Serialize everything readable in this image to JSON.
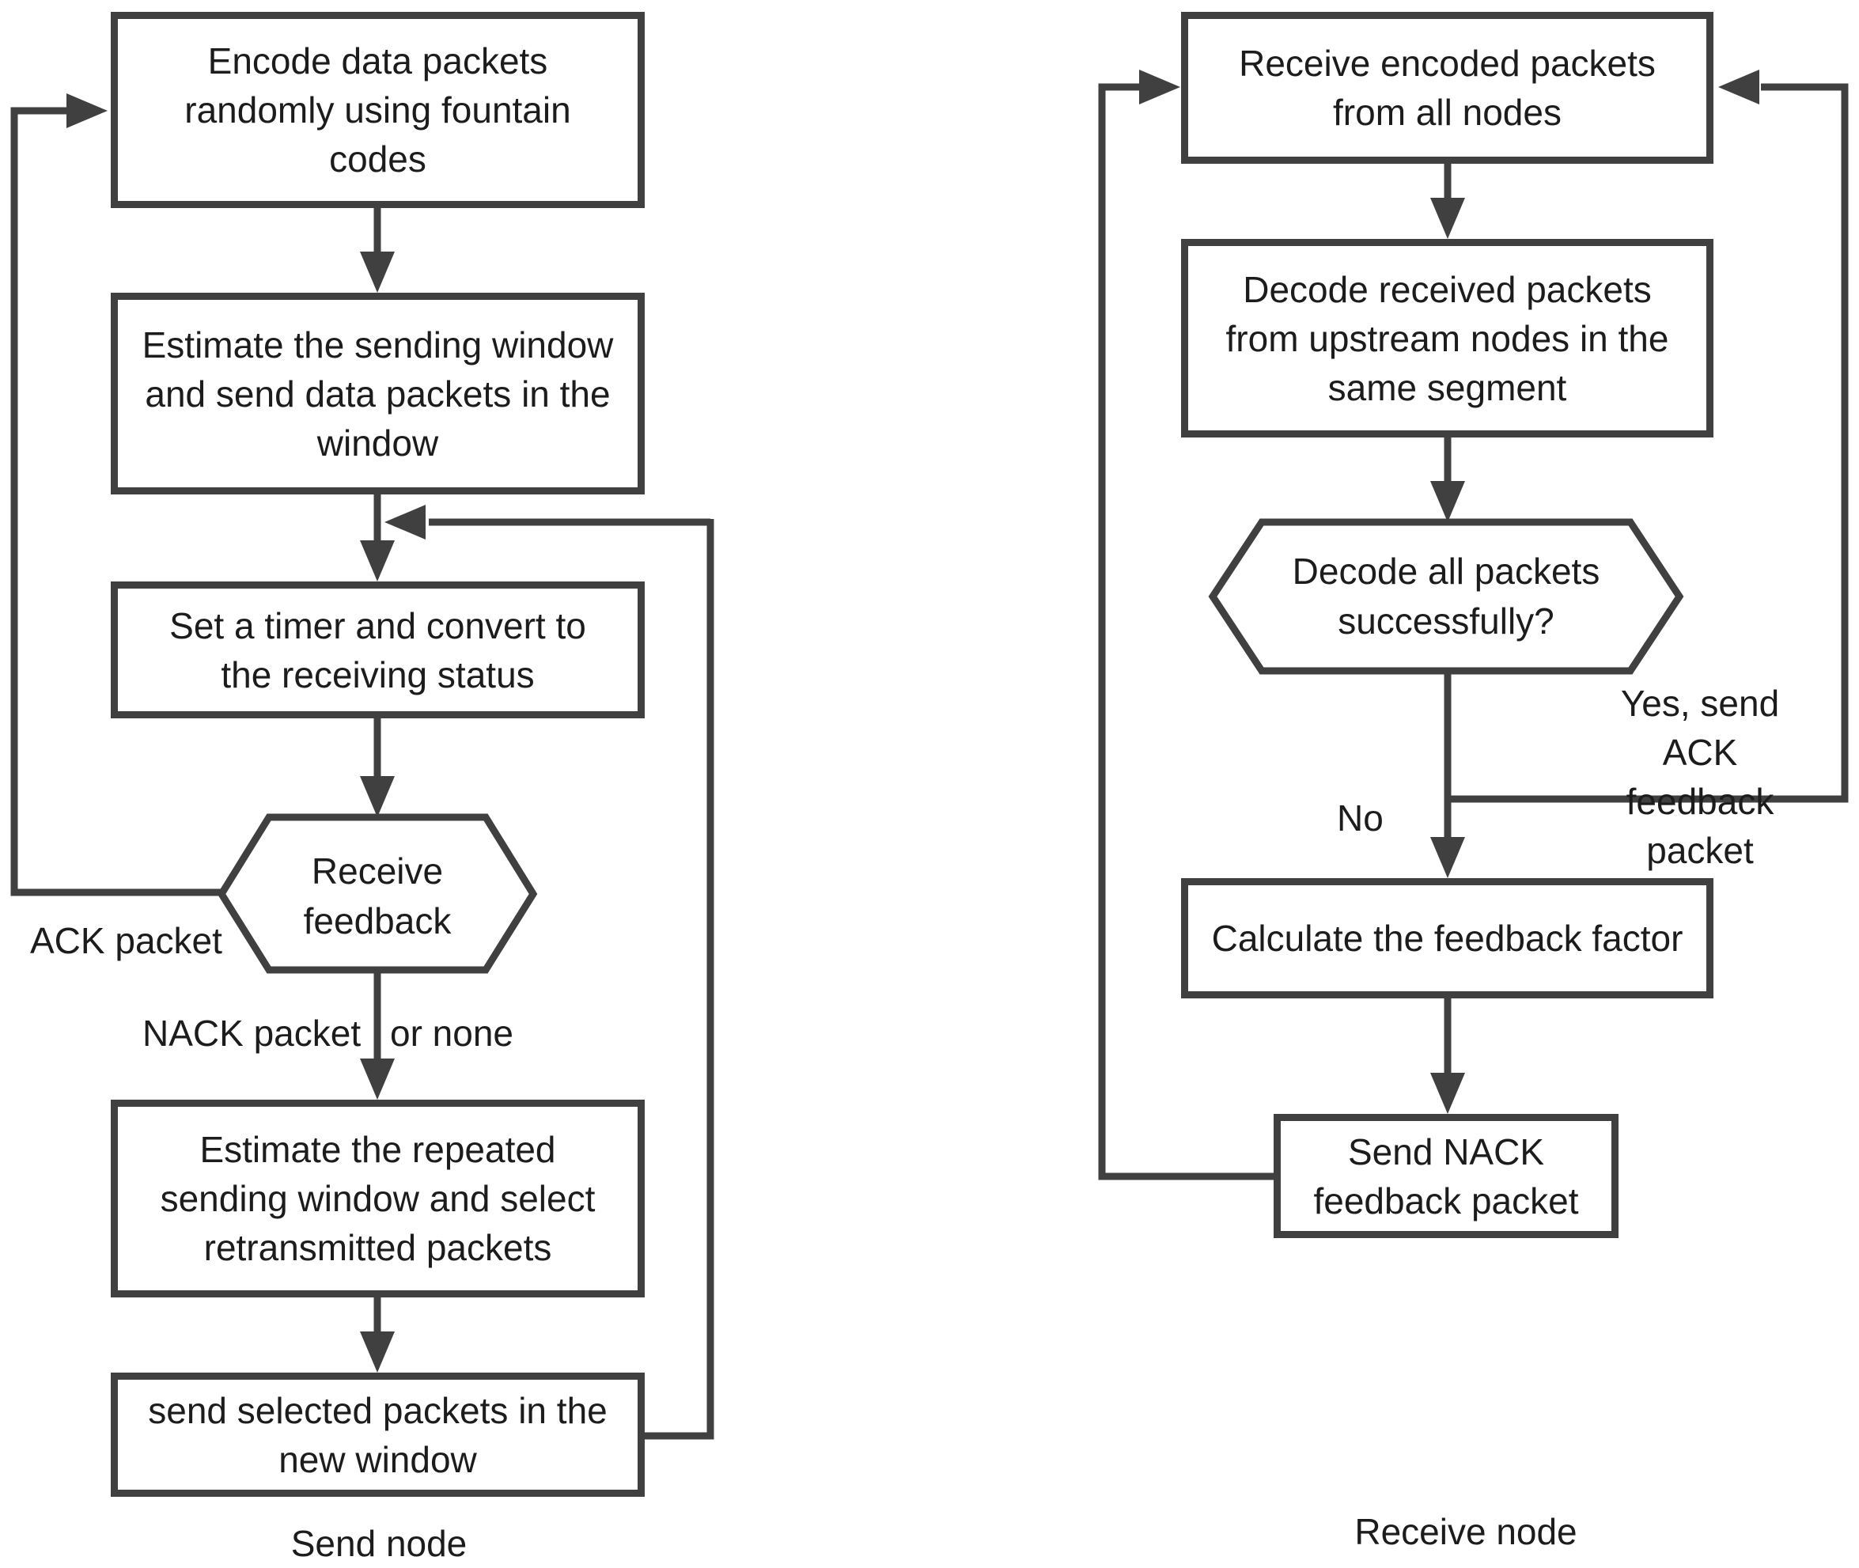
{
  "colors": {
    "line": "#404040",
    "text": "#1c1c1c",
    "background": "#ffffff"
  },
  "send_flow": {
    "caption": "Send node",
    "encode_box": "Encode data packets\nrandomly using fountain\ncodes",
    "estimate_window_box": "Estimate the sending window\nand send data packets in the\nwindow",
    "set_timer_box": "Set a timer and convert to\nthe receiving status",
    "receive_feedback_hex": "Receive\nfeedback",
    "ack_label": "ACK packet",
    "nack_label": "NACK packet",
    "or_none_label": "or none",
    "estimate_repeated_box": "Estimate the repeated\nsending window and select\nretransmitted packets",
    "send_selected_box": "send selected packets in the\nnew window"
  },
  "receive_flow": {
    "caption": "Receive node",
    "receive_packets_box": "Receive encoded packets\nfrom all nodes",
    "decode_box": "Decode received packets\nfrom upstream nodes in the\nsame segment",
    "decode_success_hex": "Decode all packets\nsuccessfully?",
    "yes_label": "Yes, send ACK\nfeedback packet",
    "no_label": "No",
    "calculate_box": "Calculate the feedback factor",
    "send_nack_box": "Send NACK\nfeedback packet"
  }
}
